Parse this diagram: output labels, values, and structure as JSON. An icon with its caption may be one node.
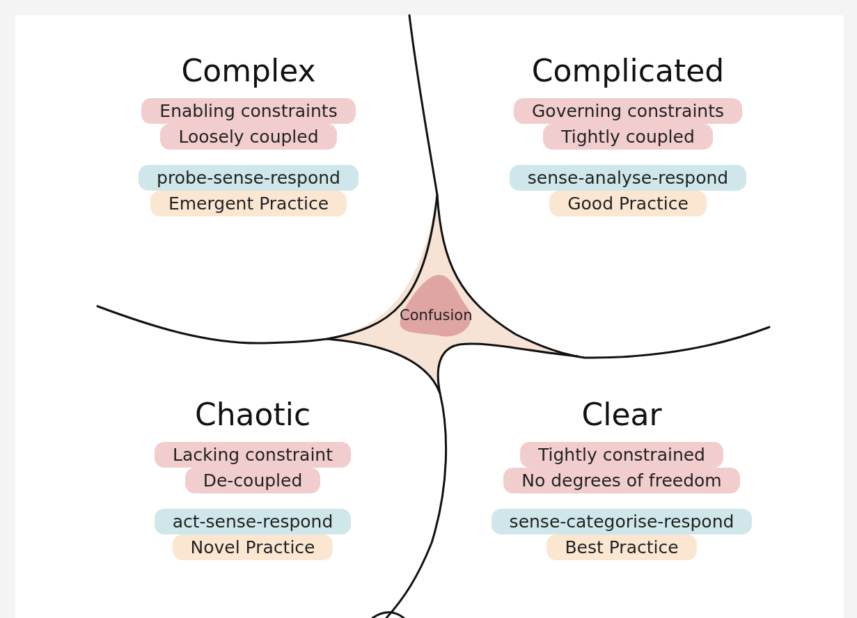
{
  "diagram": {
    "nodes": [
      {
        "text": [
          "Complex",
          "Enabling constraints",
          "Loosely coupled",
          "probe-sense-respond",
          "Emergent Practice"
        ]
      },
      {
        "text": [
          "Complicated",
          "Governing constraints",
          "Tightly coupled",
          "sense-analyse-respond",
          "Good Practice"
        ]
      },
      {
        "text": [
          "Confusion"
        ]
      },
      {
        "text": [
          "Chaotic",
          "Lacking constraint",
          "De-coupled",
          "act-sense-respond",
          "Novel Practice"
        ]
      },
      {
        "text": [
          "Clear",
          "Tightly constrained",
          "No degrees of freedom",
          "sense-categorise-respond",
          "Best Practice"
        ]
      }
    ]
  }
}
